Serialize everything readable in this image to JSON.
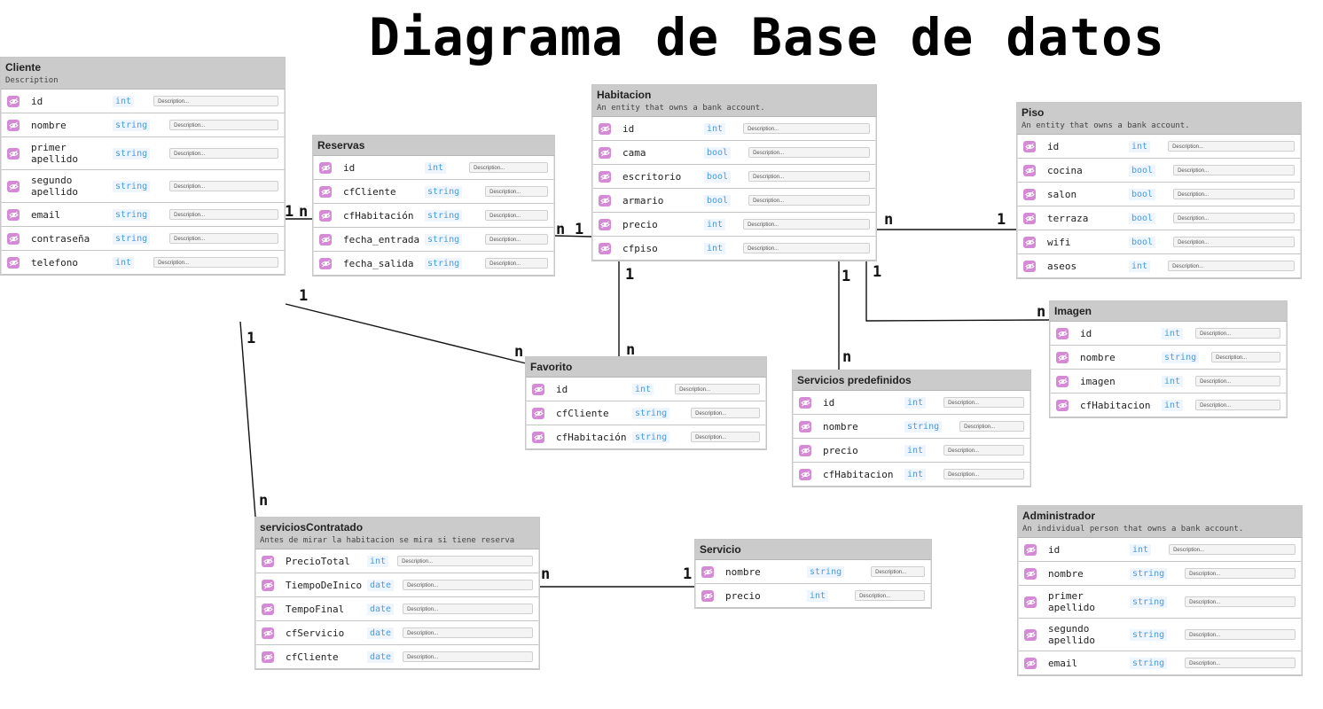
{
  "title": "Diagrama de Base de datos",
  "colors": {
    "header": "#cbcbcb",
    "icon": "#d48ad4",
    "type_text": "#4a9be0",
    "line": "#111111"
  },
  "field_icon": "eye-off-icon",
  "desc_placeholder": "Description...",
  "entities": [
    {
      "key": "cliente",
      "name": "Cliente",
      "description": "Description",
      "fields": [
        {
          "name": "id",
          "type": "int"
        },
        {
          "name": "nombre",
          "type": "string"
        },
        {
          "name": "primer\napellido",
          "type": "string"
        },
        {
          "name": "segundo\napellido",
          "type": "string"
        },
        {
          "name": "email",
          "type": "string"
        },
        {
          "name": "contraseña",
          "type": "string"
        },
        {
          "name": "telefono",
          "type": "int"
        }
      ]
    },
    {
      "key": "reservas",
      "name": "Reservas",
      "description": "",
      "fields": [
        {
          "name": "id",
          "type": "int"
        },
        {
          "name": "cfCliente",
          "type": "string"
        },
        {
          "name": "cfHabitación",
          "type": "string"
        },
        {
          "name": "fecha_entrada",
          "type": "string"
        },
        {
          "name": "fecha_salida",
          "type": "string"
        }
      ]
    },
    {
      "key": "habitacion",
      "name": "Habitacion",
      "description": "An entity that owns a bank account.",
      "fields": [
        {
          "name": "id",
          "type": "int"
        },
        {
          "name": "cama",
          "type": "bool"
        },
        {
          "name": "escritorio",
          "type": "bool"
        },
        {
          "name": "armario",
          "type": "bool"
        },
        {
          "name": "precio",
          "type": "int"
        },
        {
          "name": "cfpiso",
          "type": "int"
        }
      ]
    },
    {
      "key": "piso",
      "name": "Piso",
      "description": "An entity that owns a bank account.",
      "fields": [
        {
          "name": "id",
          "type": "int"
        },
        {
          "name": "cocina",
          "type": "bool"
        },
        {
          "name": "salon",
          "type": "bool"
        },
        {
          "name": "terraza",
          "type": "bool"
        },
        {
          "name": "wifi",
          "type": "bool"
        },
        {
          "name": "aseos",
          "type": "int"
        }
      ]
    },
    {
      "key": "imagen",
      "name": "Imagen",
      "description": "",
      "fields": [
        {
          "name": "id",
          "type": "int"
        },
        {
          "name": "nombre",
          "type": "string"
        },
        {
          "name": "imagen",
          "type": "int"
        },
        {
          "name": "cfHabitacion",
          "type": "int"
        }
      ]
    },
    {
      "key": "favorito",
      "name": "Favorito",
      "description": "",
      "fields": [
        {
          "name": "id",
          "type": "int"
        },
        {
          "name": "cfCliente",
          "type": "string"
        },
        {
          "name": "cfHabitación",
          "type": "string"
        }
      ]
    },
    {
      "key": "servicios_predefinidos",
      "name": "Servicios predefinidos",
      "description": "",
      "fields": [
        {
          "name": "id",
          "type": "int"
        },
        {
          "name": "nombre",
          "type": "string"
        },
        {
          "name": "precio",
          "type": "int"
        },
        {
          "name": "cfHabitacion",
          "type": "int"
        }
      ]
    },
    {
      "key": "servicios_contratado",
      "name": "serviciosContratado",
      "description": "Antes de mirar la habitacion se mira si tiene reserva",
      "fields": [
        {
          "name": "PrecioTotal",
          "type": "int"
        },
        {
          "name": "TiempoDeInico",
          "type": "date"
        },
        {
          "name": "TempoFinal",
          "type": "date"
        },
        {
          "name": "cfServicio",
          "type": "date"
        },
        {
          "name": "cfCliente",
          "type": "date"
        }
      ]
    },
    {
      "key": "servicio",
      "name": "Servicio",
      "description": "",
      "fields": [
        {
          "name": "nombre",
          "type": "string"
        },
        {
          "name": "precio",
          "type": "int"
        }
      ]
    },
    {
      "key": "administrador",
      "name": "Administrador",
      "description": "An individual person that owns a bank account.",
      "fields": [
        {
          "name": "id",
          "type": "int"
        },
        {
          "name": "nombre",
          "type": "string"
        },
        {
          "name": "primer\napellido",
          "type": "string"
        },
        {
          "name": "segundo\napellido",
          "type": "string"
        },
        {
          "name": "email",
          "type": "string"
        }
      ]
    }
  ],
  "cardinality_labels": [
    "1",
    "n",
    "n",
    "1",
    "n",
    "1",
    "1",
    "n",
    "1",
    "n",
    "1",
    "n",
    "1",
    "n",
    "1",
    "n",
    "n",
    "1"
  ]
}
